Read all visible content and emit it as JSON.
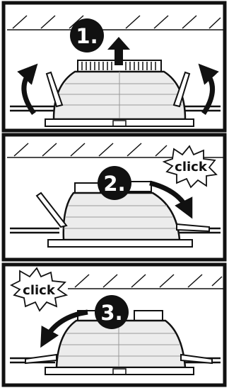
{
  "figure": {
    "description_free": true,
    "panels": [
      {
        "step": "1.",
        "click": ""
      },
      {
        "step": "2.",
        "click": "click"
      },
      {
        "step": "3.",
        "click": "click"
      }
    ]
  },
  "colors": {
    "ink": "#111111",
    "paper": "#ffffff",
    "lamp_shade": "#ececec",
    "lamp_line": "#9a9a9a"
  },
  "icons": {
    "step_badge": "black-circle",
    "arrow_up": "up-arrow-icon",
    "curved_arrow": "curved-arrow-icon",
    "click_burst": "starburst-icon"
  }
}
